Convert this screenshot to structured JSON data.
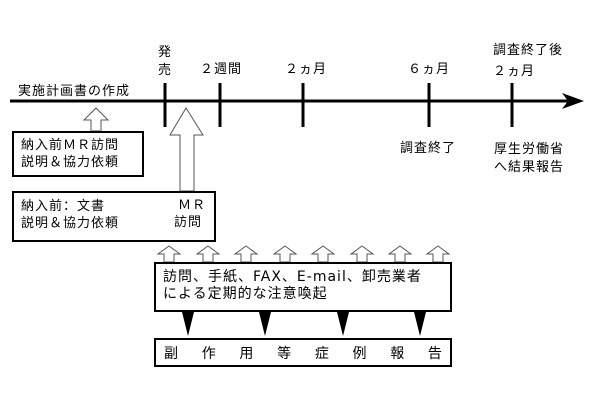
{
  "timeline": {
    "start_label": "実施計画書の作成",
    "ticks": [
      {
        "label_lines": [
          "発",
          "売"
        ]
      },
      {
        "label_lines": [
          "２週間"
        ]
      },
      {
        "label_lines": [
          "２ヵ月"
        ]
      },
      {
        "label_lines": [
          "６ヵ月"
        ]
      },
      {
        "label_lines": [
          "調査終了後",
          "２ヵ月"
        ]
      }
    ],
    "below_labels": [
      {
        "lines": [
          "調査終了"
        ]
      },
      {
        "lines": [
          "厚生労働省",
          "へ結果報告"
        ]
      }
    ]
  },
  "pre_visit_box": {
    "lines": [
      "納入前ＭＲ訪問",
      "説明＆協力依頼"
    ]
  },
  "combined_box": {
    "left_lines": [
      "納入前：文書",
      "説明＆協力依頼"
    ],
    "plus_icon": "plus-icon",
    "right_lines": [
      "ＭＲ",
      "訪問"
    ]
  },
  "reminder_box": {
    "lines": [
      "訪問、手紙、FAX、E-mail、卸売業者",
      "による定期的な注意喚起"
    ]
  },
  "report_box": {
    "chars": [
      "副",
      "作",
      "用",
      "等",
      "症",
      "例",
      "報",
      "告"
    ]
  },
  "colors": {
    "line": "#000000",
    "arrow_outline": "#555555",
    "background": "#ffffff"
  }
}
